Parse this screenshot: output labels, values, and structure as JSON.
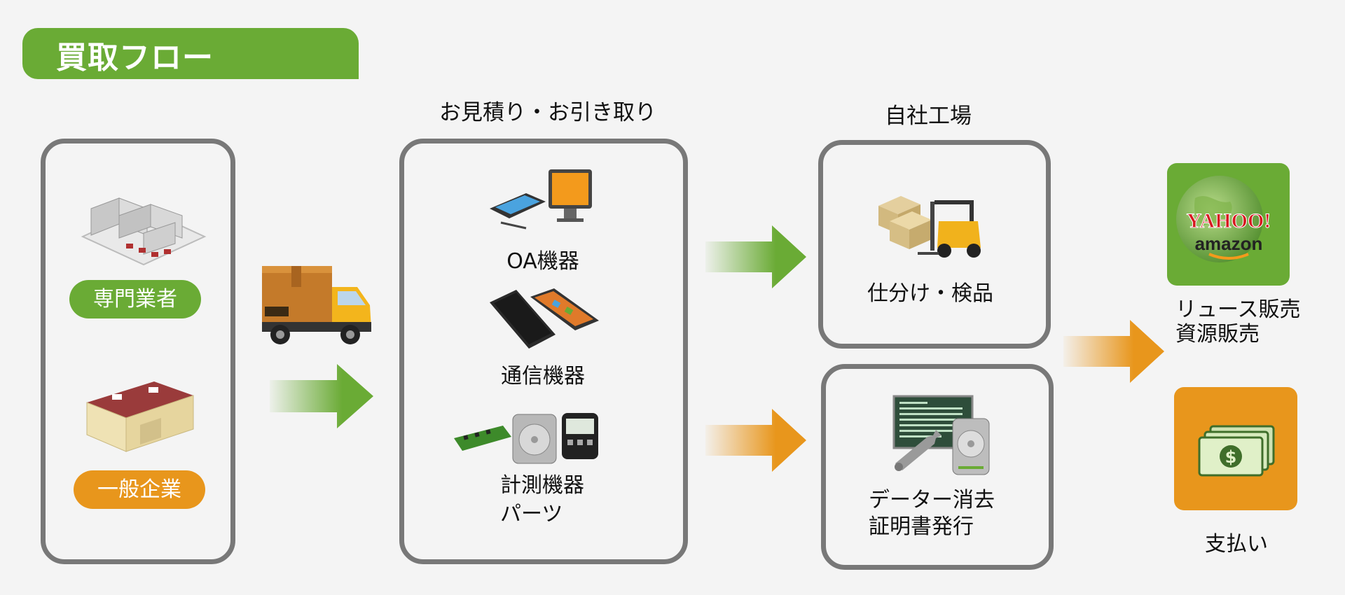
{
  "header": {
    "title": "買取フロー"
  },
  "sources": {
    "specialist_label": "専門業者",
    "company_label": "一般企業"
  },
  "collection": {
    "heading": "お見積り・お引き取り",
    "items": [
      {
        "label": "OA機器",
        "icon": "tablet-monitor-icon"
      },
      {
        "label": "通信機器",
        "icon": "smartphone-icon"
      },
      {
        "label": "計測機器",
        "icon": "measuring-devices-icon"
      },
      {
        "label": "パーツ",
        "icon": "parts-icon"
      }
    ]
  },
  "factory": {
    "heading": "自社工場",
    "sorting_label": "仕分け・検品",
    "erase_line1": "データー消去",
    "erase_line2": "証明書発行"
  },
  "outcomes": {
    "sales_line1": "リュース販売",
    "sales_line2": "資源販売",
    "payment_label": "支払い",
    "logo_yahoo": "YAHOO!",
    "logo_amazon": "amazon"
  },
  "colors": {
    "green": "#6aab35",
    "orange": "#e8961c",
    "box_border": "#787878",
    "background": "#f4f4f4"
  }
}
